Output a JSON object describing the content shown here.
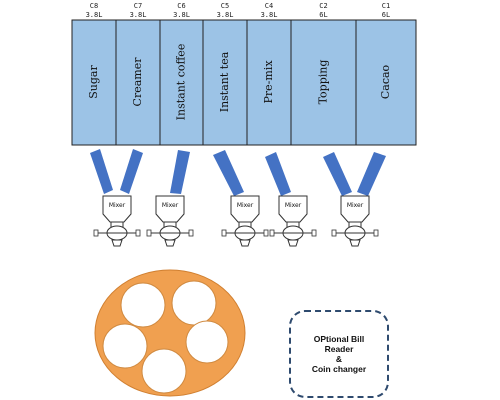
{
  "canisters": [
    {
      "code": "C8",
      "capacity": "3.8L",
      "label": "Sugar"
    },
    {
      "code": "C7",
      "capacity": "3.8L",
      "label": "Creamer"
    },
    {
      "code": "C6",
      "capacity": "3.8L",
      "label": "Instant coffee"
    },
    {
      "code": "C5",
      "capacity": "3.8L",
      "label": "Instant tea"
    },
    {
      "code": "C4",
      "capacity": "3.8L",
      "label": "Pre-mix"
    },
    {
      "code": "C2",
      "capacity": "6L",
      "label": "Topping"
    },
    {
      "code": "C1",
      "capacity": "6L",
      "label": "Cacao"
    }
  ],
  "mixers": [
    {
      "label": "Mixer"
    },
    {
      "label": "Mixer"
    },
    {
      "label": "Mixer"
    },
    {
      "label": "Mixer"
    },
    {
      "label": "Mixer"
    }
  ],
  "cup_station": {
    "cups": 5
  },
  "payment_box": {
    "line1": "OPtional Bill",
    "line2": "Reader",
    "line3": "&",
    "line4": "Coin changer"
  },
  "colors": {
    "canister_fill": "#9cc3e6",
    "chute_fill": "#4472c4",
    "turntable_fill": "#f0a050",
    "box_border": "#2e4a6e"
  }
}
